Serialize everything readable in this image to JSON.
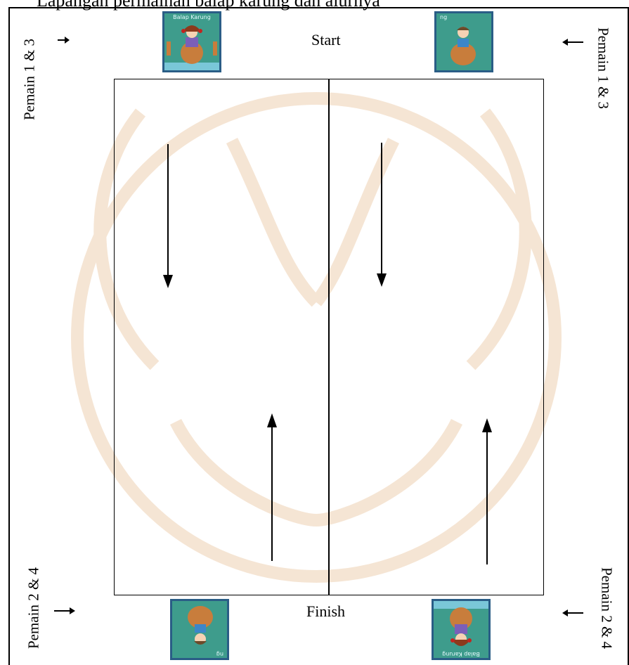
{
  "header_text": "Lapangan permainan balap karung dan alurnya",
  "start_label": "Start",
  "finish_label": "Finish",
  "players_top": "Pemain 1 & 3",
  "players_bottom": "Pemain 2 & 4",
  "card_title": "Balap Karung",
  "card_title_short": "ng",
  "colors": {
    "card_bg": "#3e9c8c",
    "card_border": "#2a5d86",
    "sack": "#c87d3c",
    "watermark": "#f3dcc4"
  },
  "icons": [
    "player-girl-card-icon",
    "player-boy-card-icon",
    "right-arrow-icon",
    "left-arrow-icon",
    "down-arrow-icon",
    "up-arrow-icon"
  ]
}
